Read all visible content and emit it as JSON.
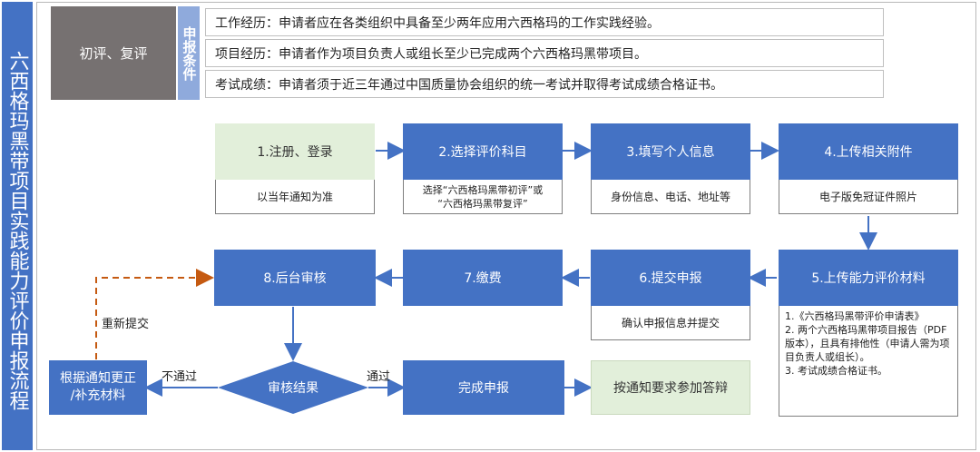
{
  "side_title": "六西格玛黑带项目实践能力评价申报流程",
  "review_type": "初评、复评",
  "conditions_label": "申报条件",
  "conditions": [
    "工作经历：申请者应在各类组织中具备至少两年应用六西格玛的工作实践经验。",
    "项目经历：申请者作为项目负责人或组长至少已完成两个六西格玛黑带项目。",
    "考试成绩：申请者须于近三年通过中国质量协会组织的统一考试并取得考试成绩合格证书。"
  ],
  "steps": {
    "s1": {
      "title": "1.注册、登录",
      "sub": "以当年通知为准"
    },
    "s2": {
      "title": "2.选择评价科目",
      "sub_line1": "选择“六西格玛黑带初评”或",
      "sub_line2": "“六西格玛黑带复评”"
    },
    "s3": {
      "title": "3.填写个人信息",
      "sub": "身份信息、电话、地址等"
    },
    "s4": {
      "title": "4.上传相关附件",
      "sub": "电子版免冠证件照片"
    },
    "s5": {
      "title": "5.上传能力评价材料",
      "list": [
        "1.《六西格玛黑带评价申请表》",
        "2. 两个六西格玛黑带项目报告（PDF版本），且具有排他性（申请人需为项目负责人或组长）。",
        "3. 考试成绩合格证书。"
      ]
    },
    "s6": {
      "title": "6.提交申报",
      "sub": "确认申报信息并提交"
    },
    "s7": {
      "title": "7.缴费"
    },
    "s8": {
      "title": "8.后台审核"
    },
    "result": {
      "title": "审核结果"
    },
    "fix": {
      "title_line1": "根据通知更正",
      "title_line2": "/补充材料"
    },
    "done": {
      "title": "完成申报"
    },
    "defense": {
      "title": "按通知要求参加答辩"
    }
  },
  "labels": {
    "fail": "不通过",
    "pass": "通过",
    "resubmit": "重新提交"
  },
  "colors": {
    "blue": "#4472c4",
    "light_green": "#e2efda",
    "grey": "#767171",
    "orange_dashed": "#c55a11"
  }
}
